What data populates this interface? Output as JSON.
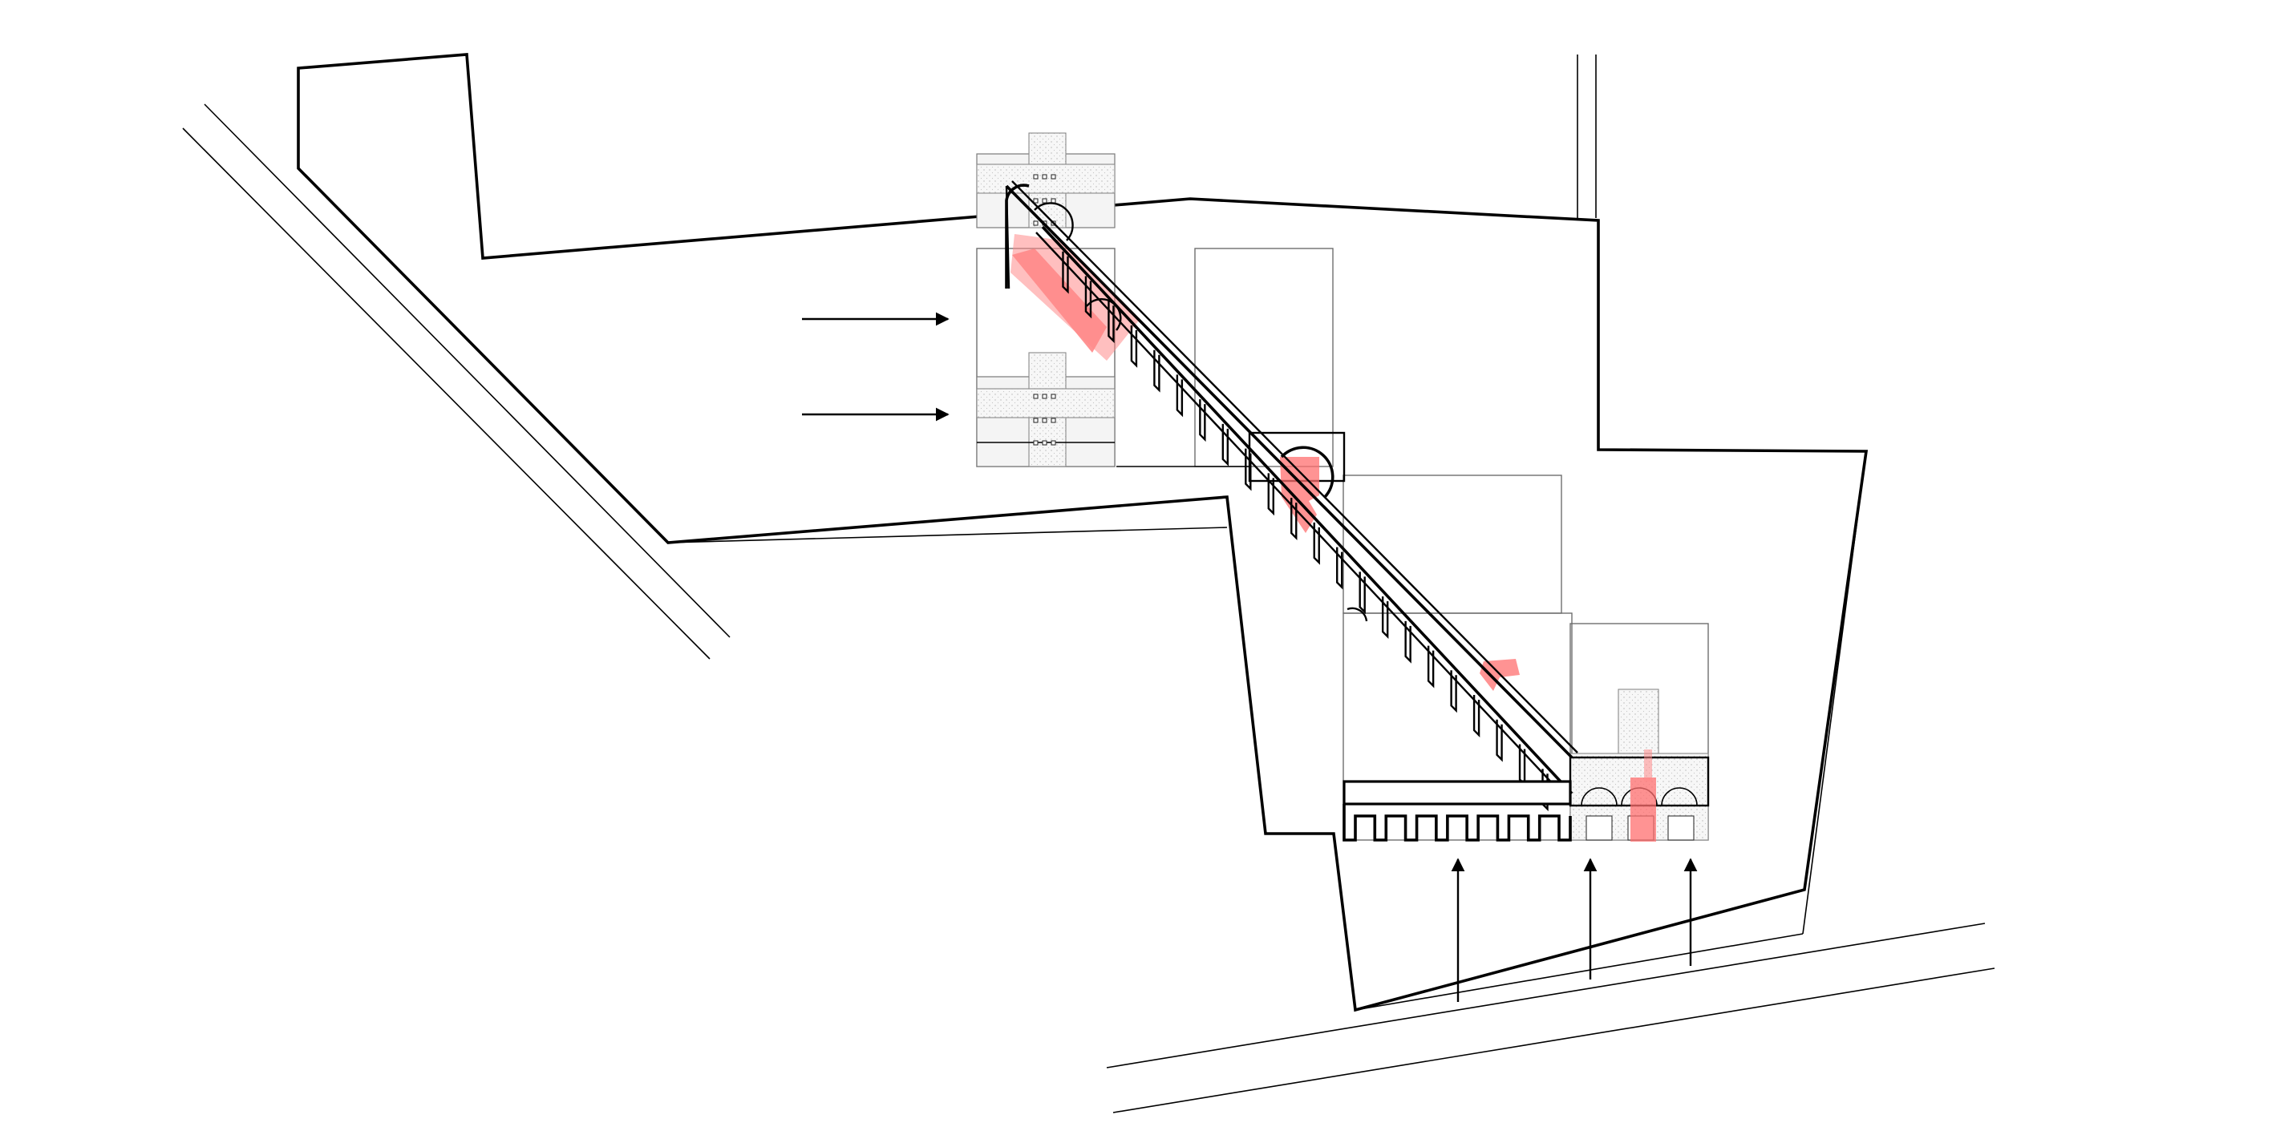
{
  "diagram": {
    "type": "architectural-axonometric-site-plan",
    "colors": {
      "line": "#000000",
      "context_line": "#6e6e6e",
      "highlight": "#ff6f6f",
      "facade_fill": "#f4f4f4"
    },
    "icons": [
      "arrow-right-icon",
      "arrow-up-icon"
    ],
    "entry_arrows": {
      "from_left_count": 2,
      "from_bottom_count": 3
    }
  }
}
